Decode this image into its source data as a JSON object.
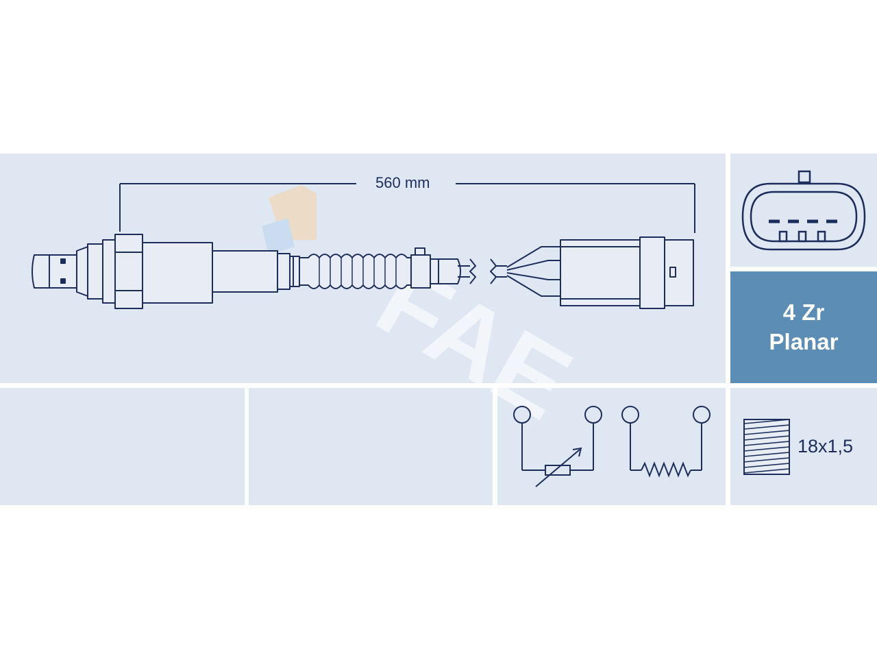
{
  "dimension": {
    "length_label": "560 mm"
  },
  "sensor_info": {
    "line1": "4 Zr",
    "line2": "Planar"
  },
  "thread": {
    "label": "18x1,5"
  },
  "watermark": {
    "text": "FAE"
  },
  "colors": {
    "panel": "#dfe7f3",
    "accent_panel": "#5b8db5",
    "line": "#1c2d5c",
    "white": "#ffffff"
  },
  "icons": [
    "oxygen-sensor-drawing",
    "connector-face-icon",
    "variable-resistor-symbol",
    "heater-resistor-symbol",
    "thread-icon"
  ]
}
